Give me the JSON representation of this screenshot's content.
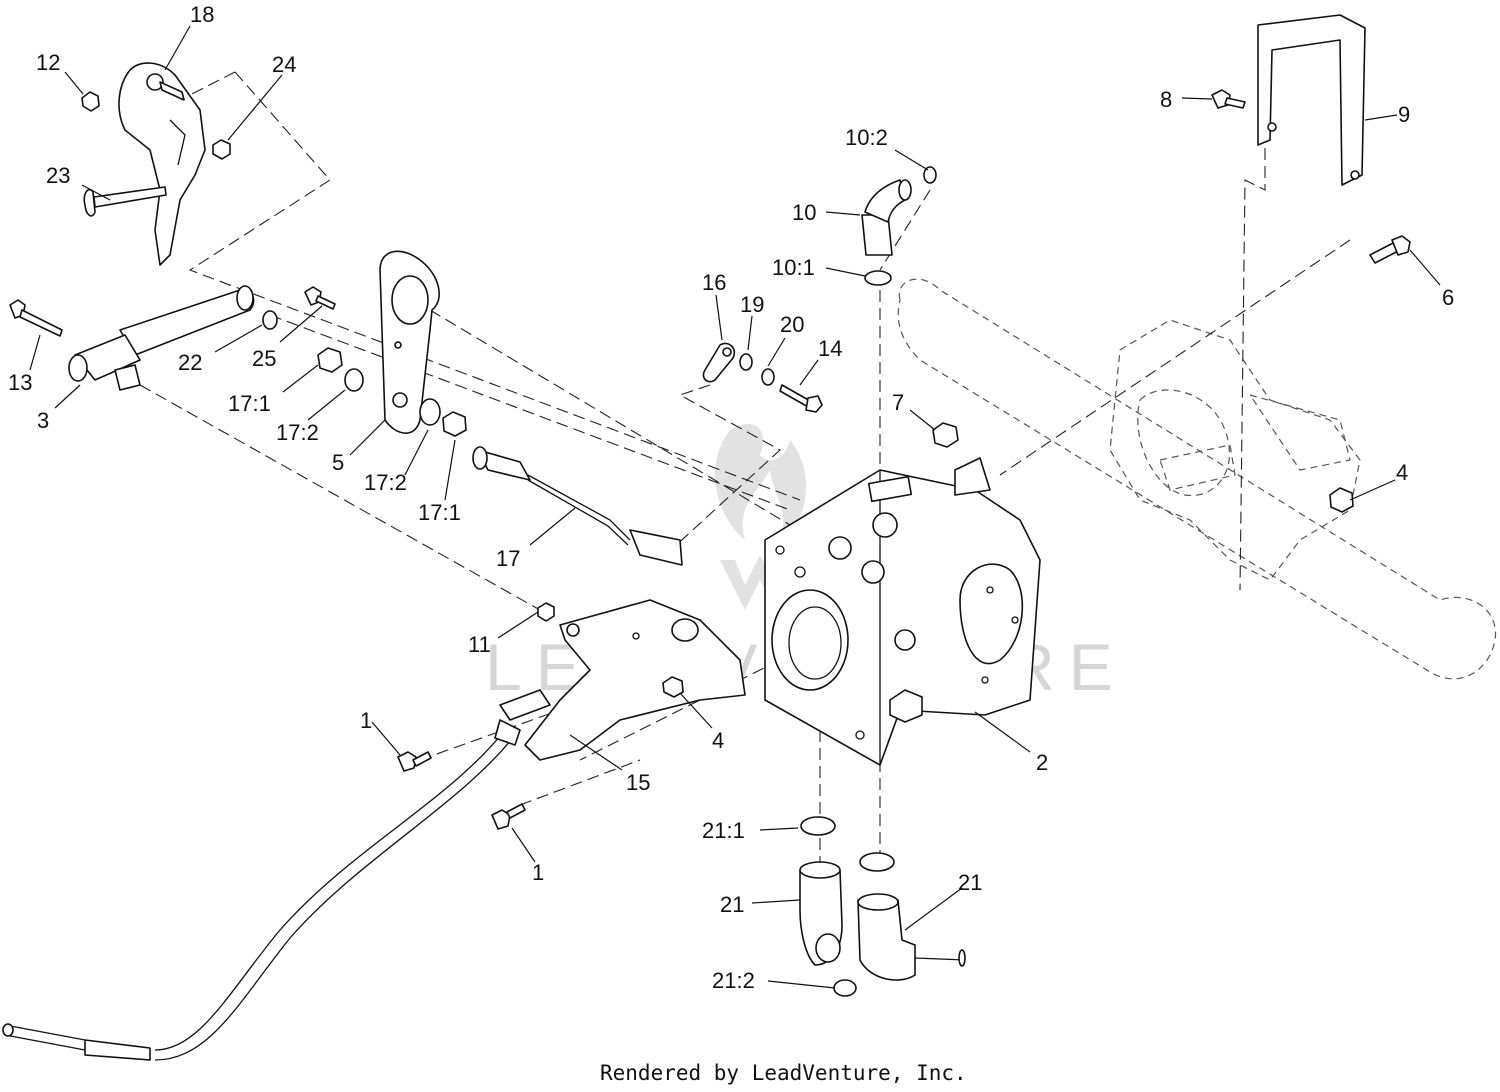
{
  "callouts": {
    "c18": "18",
    "c12": "12",
    "c24": "24",
    "c23": "23",
    "c13": "13",
    "c3": "3",
    "c22": "22",
    "c25": "25",
    "c17_1a": "17:1",
    "c17_2a": "17:2",
    "c5": "5",
    "c17_2b": "17:2",
    "c17_1b": "17:1",
    "c17": "17",
    "c16": "16",
    "c19": "19",
    "c20": "20",
    "c14": "14",
    "c10_2": "10:2",
    "c10": "10",
    "c10_1": "10:1",
    "c8": "8",
    "c9": "9",
    "c6": "6",
    "c7": "7",
    "c4a": "4",
    "c11": "11",
    "c4b": "4",
    "c2": "2",
    "c1a": "1",
    "c15": "15",
    "c1b": "1",
    "c21_1": "21:1",
    "c21a": "21",
    "c21b": "21",
    "c21_2": "21:2"
  },
  "watermark": "LEADVENTURE",
  "footer": "Rendered by LeadVenture, Inc.",
  "colors": {
    "line": "#111111",
    "watermark": "#d6d6d6",
    "background": "#ffffff"
  }
}
